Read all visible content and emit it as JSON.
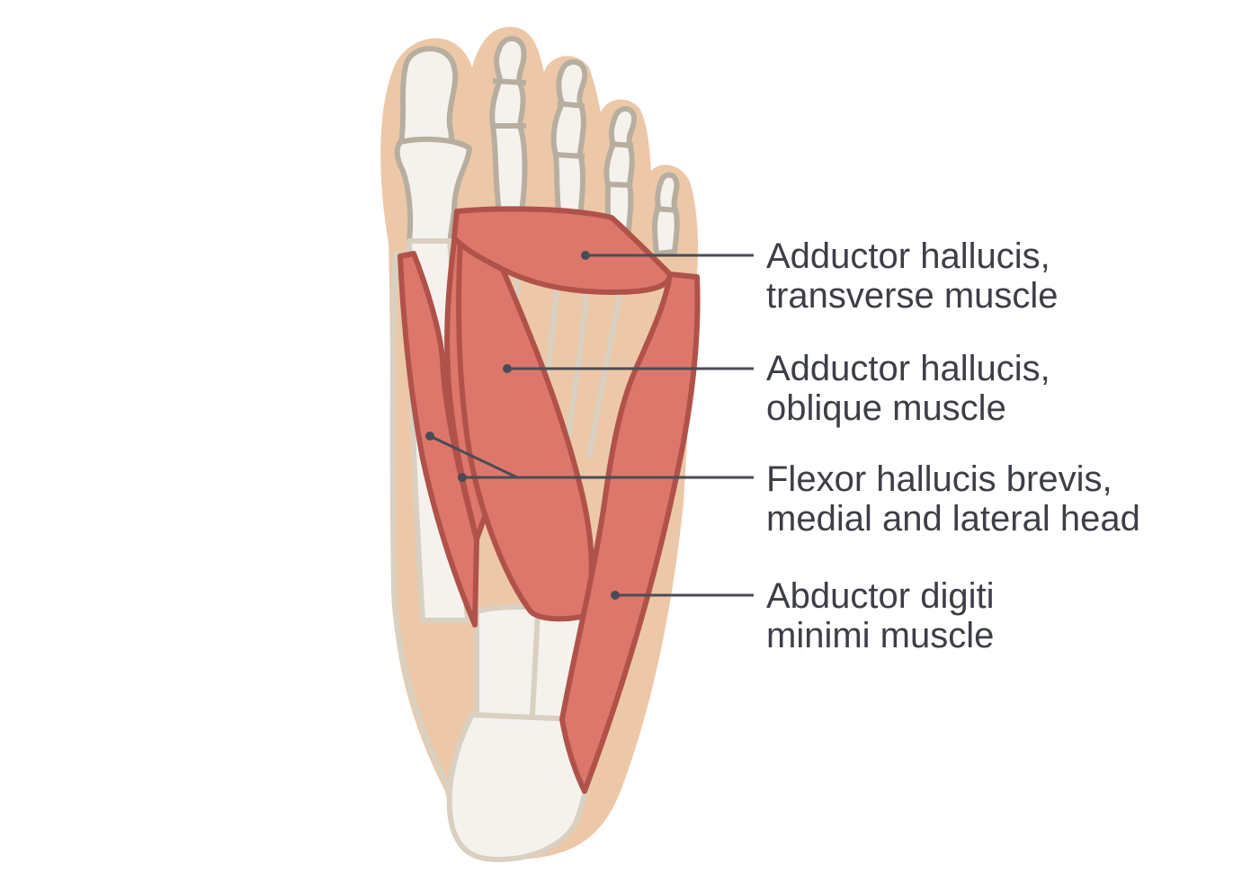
{
  "labels": {
    "transverse": {
      "line1": "Adductor hallucis,",
      "line2": "transverse muscle"
    },
    "oblique": {
      "line1": "Adductor hallucis,",
      "line2": "oblique muscle"
    },
    "flexor": {
      "line1": "Flexor hallucis brevis,",
      "line2": "medial and lateral head"
    },
    "abductor": {
      "line1": "Abductor digiti",
      "line2": "minimi muscle"
    }
  },
  "colors": {
    "skin": "#ecc8a8",
    "bone_fill": "#f5f2ee",
    "bone_outline": "#d9d0c1",
    "toe_outline": "#b8ae9f",
    "muscle_fill": "#dd776b",
    "muscle_outline": "#b0524a",
    "leader_line": "#4a4c55",
    "text": "#3d3f46"
  }
}
